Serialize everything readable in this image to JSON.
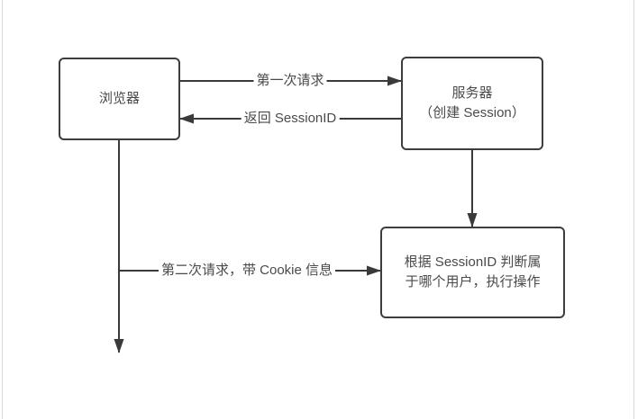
{
  "diagram": {
    "description": "Browser-server Session/Cookie flow diagram",
    "colors": {
      "background": "#ffffff",
      "line": "#3a3a3a",
      "node_border": "#3d3d3d",
      "text": "#4a4a4a",
      "page_border": "#d9d9d9"
    },
    "nodes": {
      "browser": {
        "label": "浏览器"
      },
      "server": {
        "line1": "服务器",
        "line2": "（创建 Session）"
      },
      "process": {
        "line1": "根据 SessionID 判断属",
        "line2": "于哪个用户，执行操作"
      }
    },
    "edges": {
      "first_request": {
        "label": "第一次请求",
        "from": "browser",
        "to": "server"
      },
      "return_sessionid": {
        "label": "返回 SessionID",
        "from": "server",
        "to": "browser"
      },
      "create_session": {
        "label": "",
        "from": "server",
        "to": "process"
      },
      "second_request": {
        "label": "第二次请求，带 Cookie 信息",
        "from": "browser",
        "to": "process"
      }
    }
  }
}
